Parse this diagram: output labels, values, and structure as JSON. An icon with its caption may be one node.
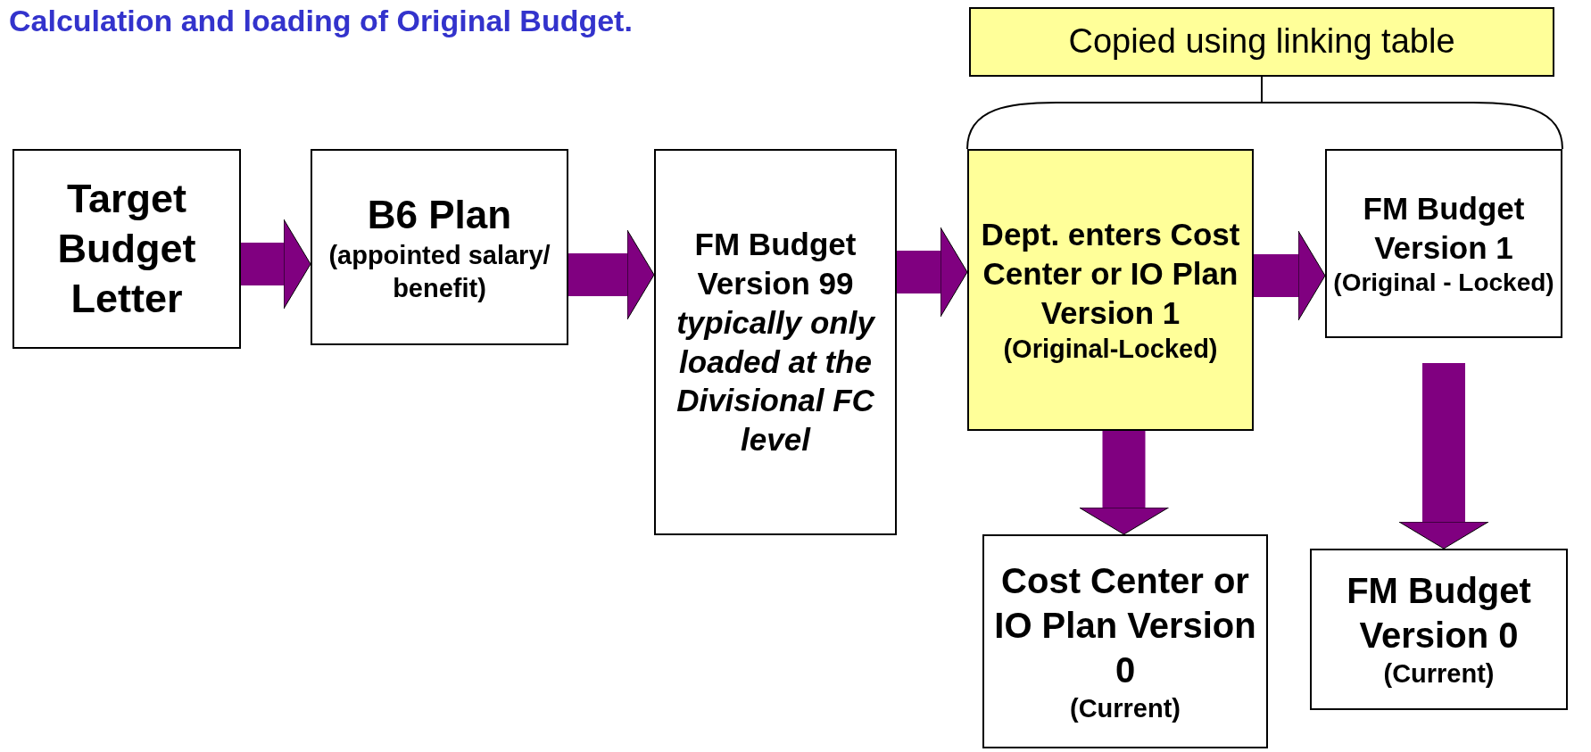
{
  "diagram": {
    "title": "Calculation and loading of Original Budget.",
    "nodes": [
      {
        "text": [
          "Copied using linking table"
        ]
      },
      {
        "text": [
          "Target Budget Letter"
        ]
      },
      {
        "text": [
          "B6 Plan",
          "(appointed salary/ benefit)"
        ]
      },
      {
        "text": [
          "FM Budget Version 99",
          "typically only loaded at the Divisional FC level"
        ]
      },
      {
        "text": [
          "Dept. enters Cost Center or IO Plan Version 1",
          "(Original-Locked)"
        ]
      },
      {
        "text": [
          "FM Budget Version 1",
          "(Original - Locked)"
        ]
      },
      {
        "text": [
          "Cost Center or IO Plan Version 0",
          "(Current)"
        ]
      },
      {
        "text": [
          "FM Budget Version 0",
          "(Current)"
        ]
      }
    ],
    "edges": [
      {
        "from": 1,
        "to": 2,
        "arrow": "to"
      },
      {
        "from": 2,
        "to": 3,
        "arrow": "to"
      },
      {
        "from": 3,
        "to": 4,
        "arrow": "to"
      },
      {
        "from": 4,
        "to": 5,
        "arrow": "to"
      },
      {
        "from": 4,
        "to": 6,
        "arrow": "to"
      },
      {
        "from": 5,
        "to": 7,
        "arrow": "to"
      }
    ]
  }
}
